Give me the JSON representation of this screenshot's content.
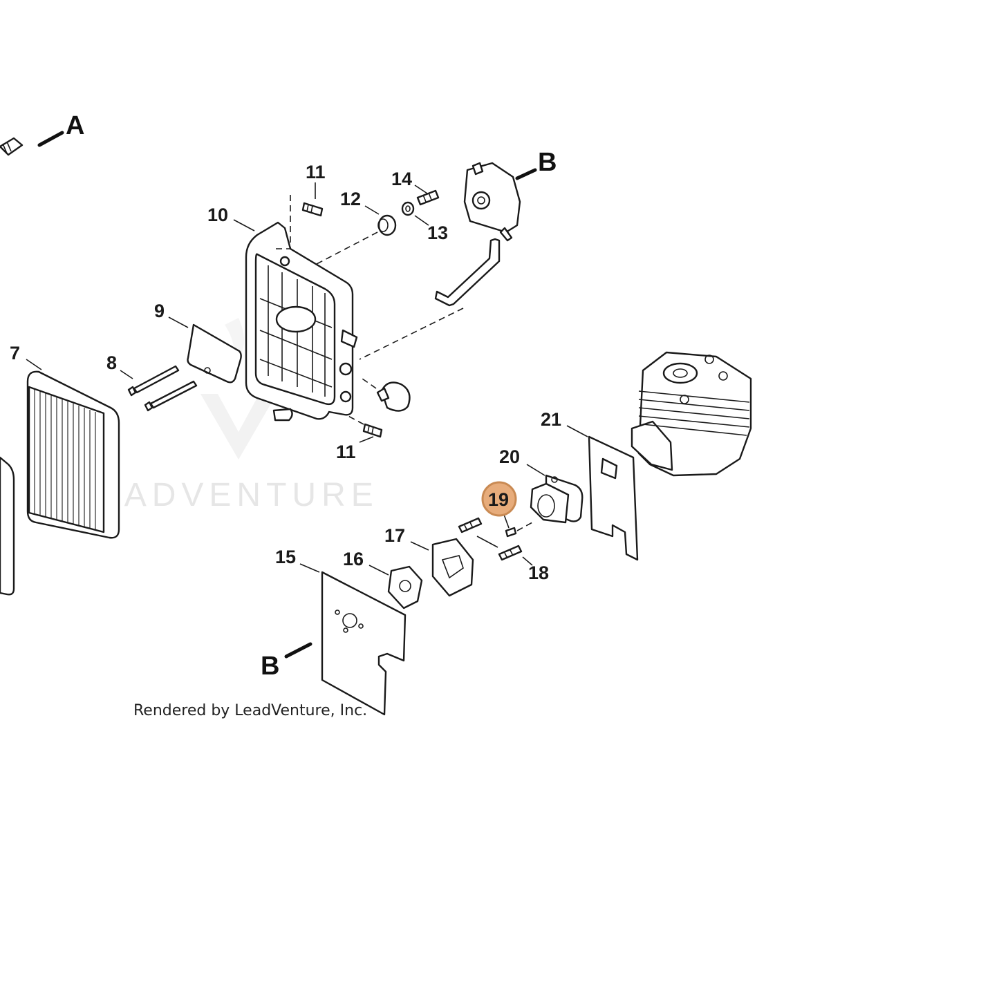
{
  "labels": {
    "p7": "7",
    "p8": "8",
    "p9": "9",
    "p10": "10",
    "p11a": "11",
    "p11b": "11",
    "p12": "12",
    "p13": "13",
    "p14": "14",
    "p15": "15",
    "p16": "16",
    "p17": "17",
    "p18": "18",
    "p19": "19",
    "p20": "20",
    "p21": "21"
  },
  "refs": {
    "a": "A",
    "b_top": "B",
    "b_bottom": "B"
  },
  "highlight": {
    "part": "19",
    "color": "#e7ac7b"
  },
  "watermark": "LEADVENTURE",
  "credit": "Rendered by LeadVenture, Inc."
}
